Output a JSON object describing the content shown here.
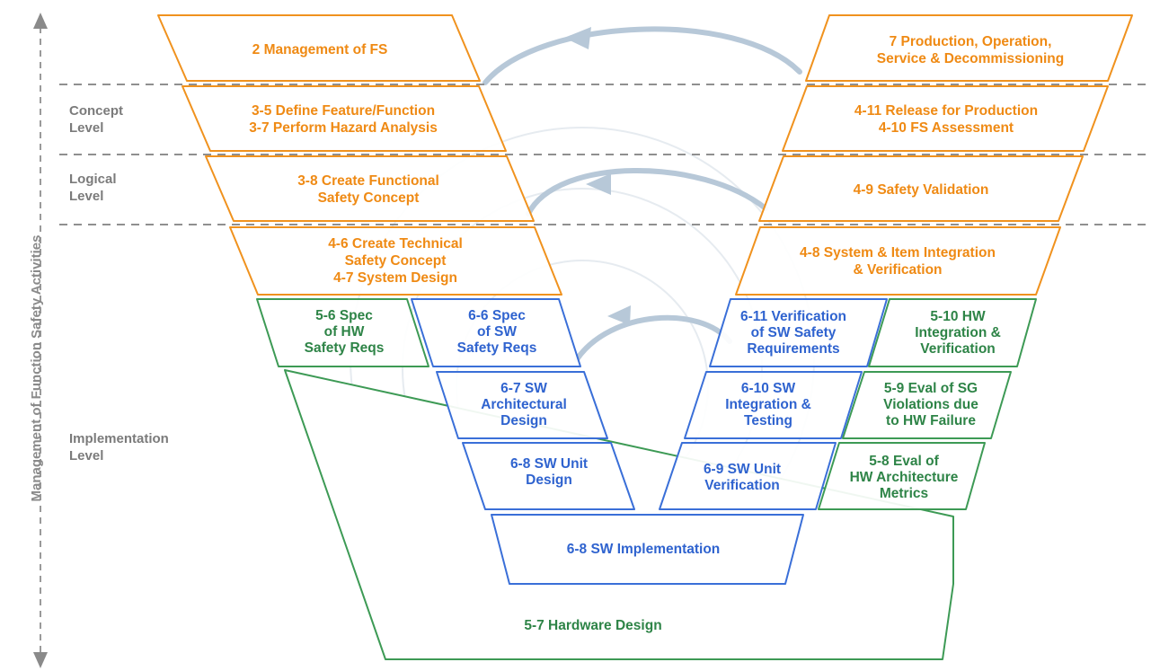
{
  "side_label": "Management of Function Safety Activities",
  "levels": {
    "concept": [
      "Concept",
      "Level"
    ],
    "logical": [
      "Logical",
      "Level"
    ],
    "implementation": [
      "Implementation",
      "Level"
    ]
  },
  "colors": {
    "orange": "#f0921e",
    "orange_text": "#ef8a14",
    "blue": "#3a6fd8",
    "blue_text": "#2f63cf",
    "green": "#3d9a55",
    "green_text": "#2e8447",
    "dash": "#8f8f8f",
    "arrow": "#b7c8d8"
  },
  "boxes": {
    "mgmt_fs": [
      "2 Management of FS"
    ],
    "define_feature": [
      "3-5 Define Feature/Function",
      "3-7 Perform Hazard Analysis"
    ],
    "func_safety_concept": [
      "3-8 Create Functional",
      "Safety Concept"
    ],
    "tech_safety_concept": [
      "4-6 Create Technical",
      "Safety Concept",
      "4-7 System Design"
    ],
    "production": [
      "7 Production, Operation,",
      "Service & Decommissioning"
    ],
    "release": [
      "4-11 Release for Production",
      "4-10 FS Assessment"
    ],
    "safety_validation": [
      "4-9 Safety Validation"
    ],
    "system_integration": [
      "4-8 System & Item Integration",
      "& Verification"
    ],
    "hw_safety_reqs": [
      "5-6 Spec",
      "of HW",
      "Safety Reqs"
    ],
    "sw_safety_reqs": [
      "6-6 Spec",
      "of SW",
      "Safety Reqs"
    ],
    "sw_arch": [
      "6-7 SW",
      "Architectural",
      "Design"
    ],
    "sw_unit_design": [
      "6-8 SW Unit",
      "Design"
    ],
    "sw_impl": [
      "6-8 SW Implementation"
    ],
    "sw_unit_verif": [
      "6-9 SW Unit",
      "Verification"
    ],
    "sw_integration": [
      "6-10 SW",
      "Integration &",
      "Testing"
    ],
    "sw_safety_verif": [
      "6-11 Verification",
      "of SW Safety",
      "Requirements"
    ],
    "hw_integration": [
      "5-10 HW",
      "Integration &",
      "Verification"
    ],
    "sg_violations": [
      "5-9 Eval of SG",
      "Violations due",
      "to HW Failure"
    ],
    "hw_arch_metrics": [
      "5-8 Eval of",
      "HW Architecture",
      "Metrics"
    ],
    "hw_design": [
      "5-7 Hardware Design"
    ]
  }
}
